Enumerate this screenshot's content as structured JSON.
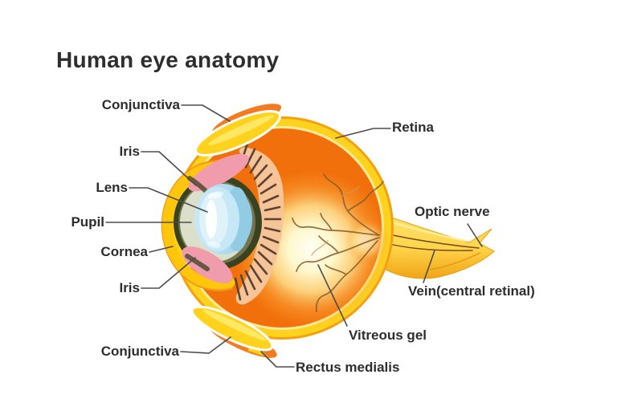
{
  "title": "Human eye anatomy",
  "diagram": {
    "labels": {
      "conjunctiva_top": "Conjunctiva",
      "iris_top": "Iris",
      "lens": "Lens",
      "pupil": "Pupil",
      "cornea": "Cornea",
      "iris_bottom": "Iris",
      "conjunctiva_bottom": "Conjunctiva",
      "retina": "Retina",
      "optic_nerve": "Optic nerve",
      "vein_central_retinal": "Vein(central retinal)",
      "vitreous_gel": "Vitreous gel",
      "rectus_medialis": "Rectus medialis"
    },
    "colors": {
      "background": "#FFFFFF",
      "label_text": "#2D2D2D",
      "leader_line": "#4D4D4D",
      "sclera_yellow": "#FFD21E",
      "sclera_edge_orange": "#F5A00F",
      "eyeball_orange": "#F2700C",
      "vitreous_glow": "#FFFDF0",
      "ciliary_band_peach": "#F6C497",
      "ciliary_tick_brown": "#5B4334",
      "iris_pink": "#F19CAC",
      "cornea_ring_olive": "#3A4220",
      "anterior_chamber": "#DCDFC9",
      "lens_blue": "#A6D8EC",
      "lens_highlight": "#FFFFFF",
      "optic_nerve_yellow": "#FFDE5C",
      "vessel_brown": "#8A5F2B",
      "muscle_flap_orange": "#F47B20"
    }
  }
}
